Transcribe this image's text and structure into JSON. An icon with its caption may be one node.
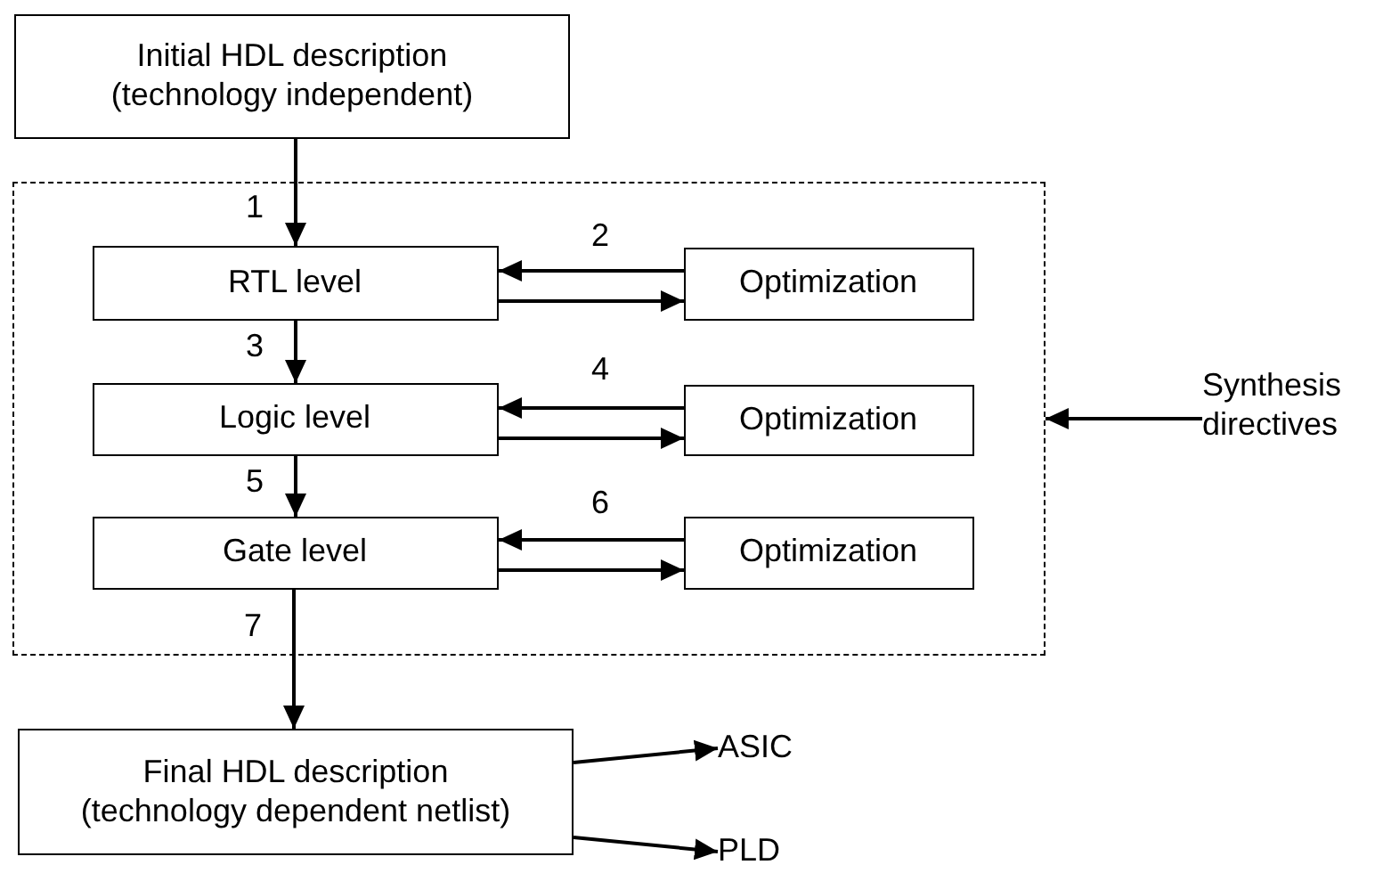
{
  "diagram": {
    "nodes": [
      {
        "text": [
          "Initial HDL description (technology independent)"
        ]
      },
      {
        "text": [],
        "shape": "box"
      },
      {
        "text": [
          "RTL level"
        ],
        "in": 1
      },
      {
        "text": [
          "Optimization"
        ],
        "in": 1
      },
      {
        "text": [
          "Logic level"
        ],
        "in": 1
      },
      {
        "text": [
          "Optimization"
        ],
        "in": 1
      },
      {
        "text": [
          "Gate level"
        ],
        "in": 1
      },
      {
        "text": [
          "Optimization"
        ],
        "in": 1
      },
      {
        "text": [
          "Final HDL description (technology dependent netlist)"
        ]
      },
      {
        "text": [
          "ASIC"
        ]
      },
      {
        "text": [
          "PLD"
        ]
      },
      {
        "text": [
          "Synthesis directives"
        ]
      }
    ],
    "edges": [
      {
        "from": 0,
        "to": 2,
        "arrow": "to",
        "label": "1"
      },
      {
        "from": 3,
        "to": 2,
        "arrow": "to",
        "label": "2"
      },
      {
        "from": 2,
        "to": 3,
        "arrow": "to"
      },
      {
        "from": 2,
        "to": 4,
        "arrow": "to",
        "label": "3"
      },
      {
        "from": 5,
        "to": 4,
        "arrow": "to",
        "label": "4"
      },
      {
        "from": 4,
        "to": 5,
        "arrow": "to"
      },
      {
        "from": 4,
        "to": 6,
        "arrow": "to",
        "label": "5"
      },
      {
        "from": 7,
        "to": 6,
        "arrow": "to",
        "label": "6"
      },
      {
        "from": 6,
        "to": 7,
        "arrow": "to"
      },
      {
        "from": 6,
        "to": 8,
        "arrow": "to",
        "label": "7"
      },
      {
        "from": 8,
        "to": 9,
        "arrow": "to"
      },
      {
        "from": 8,
        "to": 10,
        "arrow": "to"
      },
      {
        "from": 11,
        "to": 1,
        "arrow": "to"
      }
    ]
  }
}
